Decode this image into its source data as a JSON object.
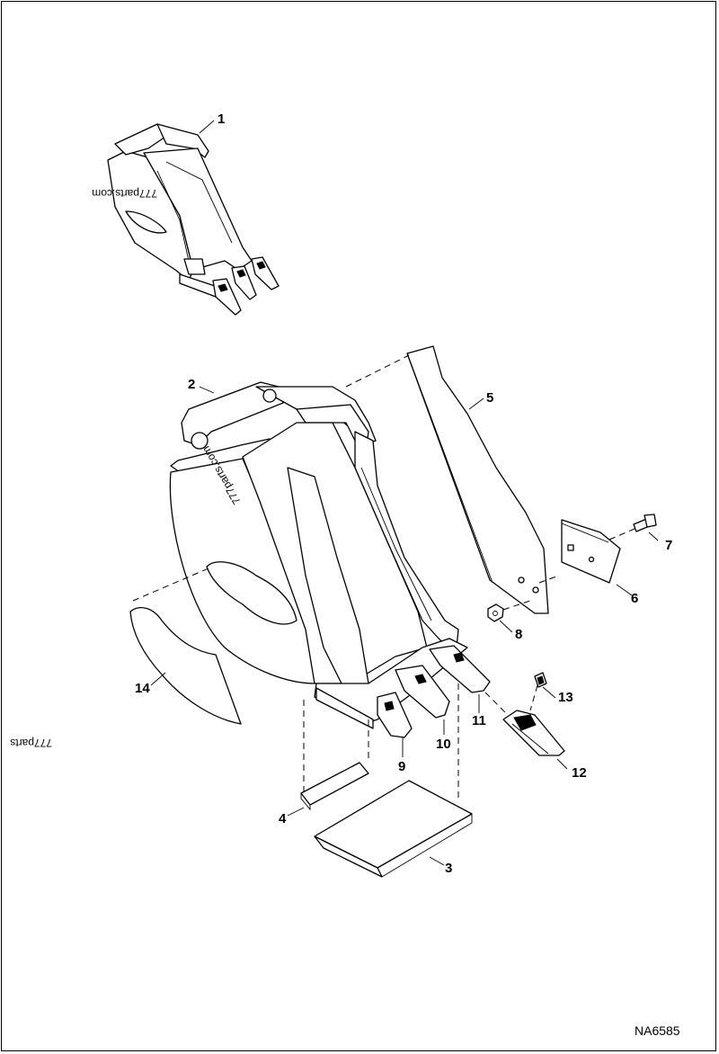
{
  "diagram": {
    "code": "NA6585",
    "watermarks": [
      "777parts.com",
      "777parts.com",
      "777parts"
    ],
    "callouts": [
      "1",
      "2",
      "3",
      "4",
      "5",
      "6",
      "7",
      "8",
      "9",
      "10",
      "11",
      "12",
      "13",
      "14"
    ]
  }
}
